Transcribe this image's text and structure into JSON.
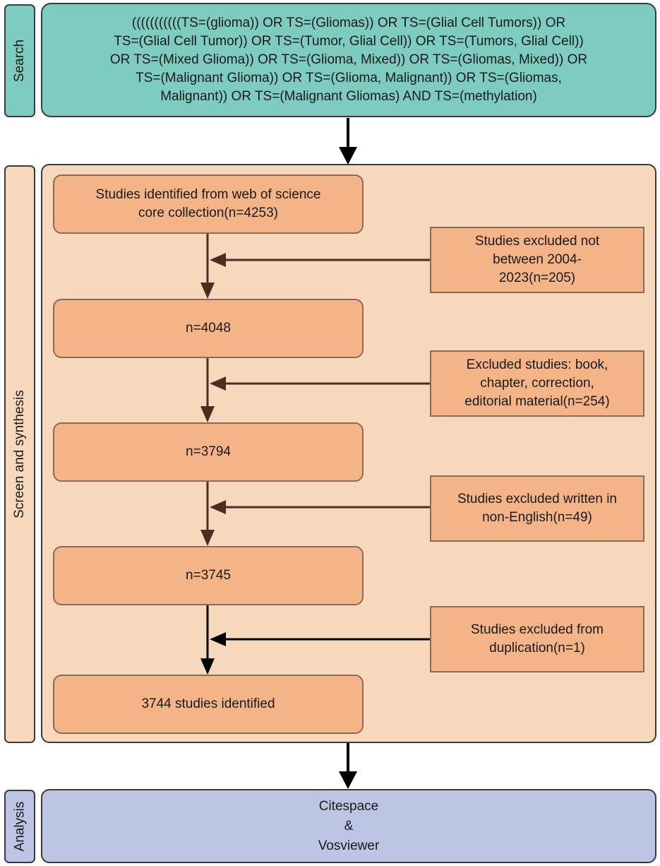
{
  "sections": {
    "search": "Search",
    "screen": "Screen and synthesis",
    "analysis": "Analysis"
  },
  "search_query": [
    "(((((((((((TS=(glioma)) OR TS=(Gliomas)) OR TS=(Glial Cell Tumors)) OR",
    "TS=(Glial Cell Tumor)) OR TS=(Tumor, Glial Cell)) OR TS=(Tumors, Glial Cell))",
    "OR TS=(Mixed Glioma)) OR TS=(Glioma, Mixed)) OR TS=(Gliomas, Mixed)) OR",
    "TS=(Malignant Glioma)) OR TS=(Glioma, Malignant)) OR TS=(Gliomas,",
    "Malignant)) OR TS=(Malignant Gliomas) AND TS=(methylation)"
  ],
  "stages": [
    [
      "Studies identified from web of science",
      "core collection(n=4253)"
    ],
    [
      "n=4048"
    ],
    [
      "n=3794"
    ],
    [
      "n=3745"
    ],
    [
      "3744 studies identified"
    ]
  ],
  "exclusions": [
    [
      "Studies excluded not",
      "between 2004-",
      "2023(n=205)"
    ],
    [
      "Excluded studies: book,",
      "chapter, correction,",
      "editorial material(n=254)"
    ],
    [
      "Studies excluded written in",
      "non-English(n=49)"
    ],
    [
      "Studies excluded from",
      "duplication(n=1)"
    ]
  ],
  "analysis_tools": [
    "Citespace",
    "&",
    "Vosviewer"
  ],
  "colors": {
    "search_fill": "#7ecbc2",
    "screen_fill": "#f8d8bd",
    "stage_fill": "#f4b487",
    "analysis_fill": "#bcc5e3",
    "main_arrow": "#000000",
    "flow_arrow": "#4b2e22"
  }
}
